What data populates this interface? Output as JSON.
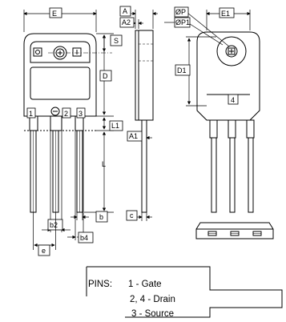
{
  "dimensions": {
    "E": "E",
    "E1": "E1",
    "A": "A",
    "A1": "A1",
    "A2": "A2",
    "S": "S",
    "D": "D",
    "D1": "D1",
    "L": "L",
    "L1": "L1",
    "b": "b",
    "b2": "b2",
    "b4": "b4",
    "c": "c",
    "e": "e",
    "P": "ØP",
    "P1": "ØP1"
  },
  "pin_numbers": {
    "p1": "1",
    "p2": "2",
    "p3": "3",
    "p4": "4"
  },
  "pin_table": {
    "prefix": "PINS:",
    "line1": "1 - Gate",
    "line2": "2, 4 - Drain",
    "line3": "3 - Source"
  }
}
